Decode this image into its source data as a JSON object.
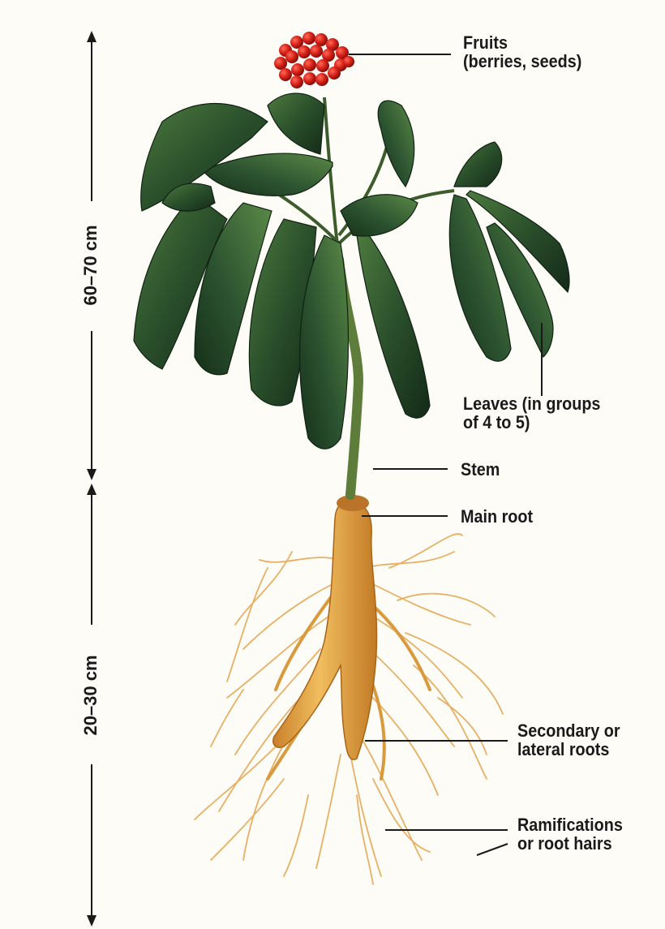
{
  "labels": {
    "fruits_line1": "Fruits",
    "fruits_line2": "(berries, seeds)",
    "leaves_line1": "Leaves (in groups",
    "leaves_line2": "of 4 to 5)",
    "stem": "Stem",
    "main_root": "Main root",
    "secondary_line1": "Secondary or",
    "secondary_line2": "lateral roots",
    "ramifications_line1": "Ramifications",
    "ramifications_line2": "or root hairs"
  },
  "dimensions": {
    "upper": "60–70 cm",
    "lower": "20–30 cm"
  },
  "colors": {
    "background": "#fdfcf6",
    "leaf_dark": "#1f3f22",
    "leaf_mid": "#3d6b34",
    "berry": "#d42018",
    "root": "#e3a53f",
    "text": "#1a1a1a"
  }
}
